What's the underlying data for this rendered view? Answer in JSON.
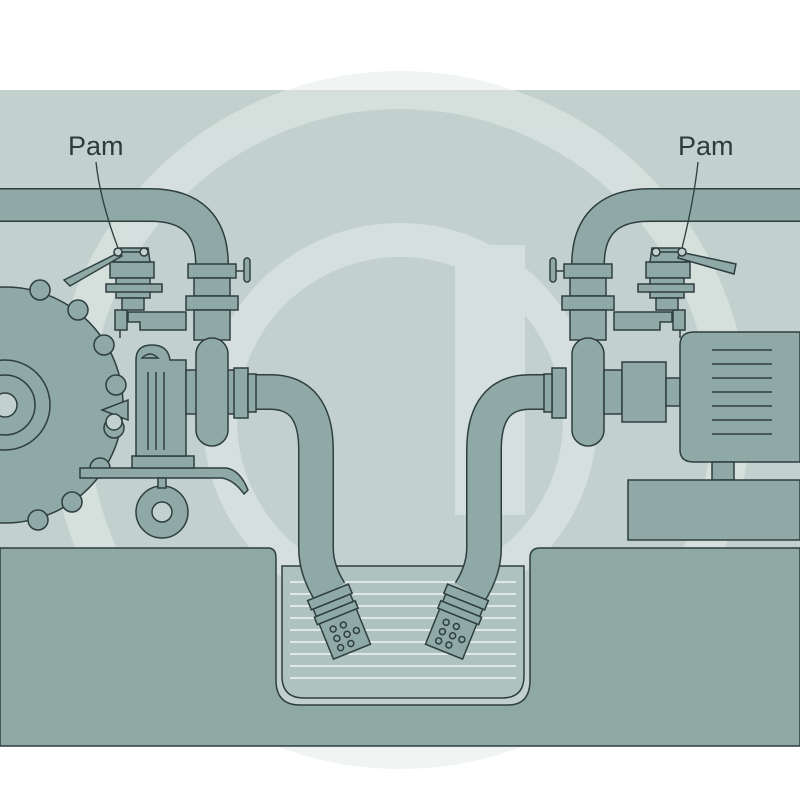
{
  "labels": {
    "left_pump": "Pam",
    "right_pump": "Pam"
  },
  "colors": {
    "background_wall": "#c3d1ce",
    "ground": "#8ea8a4",
    "equipment": "#8fa9a6",
    "outline": "#2f3e3e",
    "text": "#2f3b3b",
    "water_lines": "#ffffff",
    "watermark": "#e4ecea"
  },
  "icons": {
    "watermark": "circular-logo-watermark",
    "left_machine": "tractor-wheel-icon",
    "right_machine": "electric-motor-icon"
  }
}
